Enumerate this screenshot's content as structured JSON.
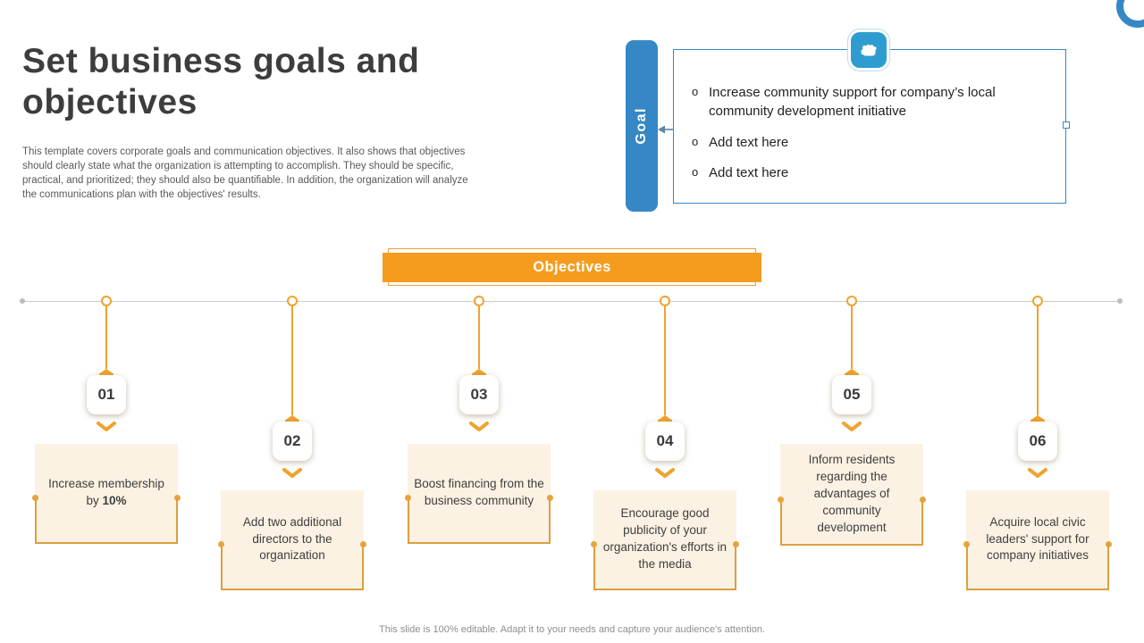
{
  "slide": {
    "title": "Set business goals and objectives",
    "description": "This template covers corporate goals and communication objectives. It also shows that objectives should clearly state what the organization is attempting to accomplish. They should be specific, practical, and prioritized; they should also be quantifiable. In addition, the organization will analyze the communications plan with the objectives' results.",
    "footer": "This slide is 100% editable. Adapt it to your needs and capture your audience's attention."
  },
  "goal": {
    "tab_label": "Goal",
    "bullets": [
      "Increase community support for company’s local community development initiative",
      "Add text here",
      "Add text here"
    ]
  },
  "objectives": {
    "banner_label": "Objectives",
    "items": [
      {
        "number": "01",
        "text": "Increase membership by",
        "bold_text": "10%"
      },
      {
        "number": "02",
        "text": "Add two additional directors to the organization",
        "bold_text": ""
      },
      {
        "number": "03",
        "text": "Boost financing from the business community",
        "bold_text": ""
      },
      {
        "number": "04",
        "text": "Encourage good publicity of your organization's efforts in the media",
        "bold_text": ""
      },
      {
        "number": "05",
        "text": "Inform residents regarding the advantages of community development",
        "bold_text": ""
      },
      {
        "number": "06",
        "text": "Acquire local civic leaders' support for company initiatives",
        "bold_text": ""
      }
    ]
  },
  "colors": {
    "blue": "#3588c5",
    "orange": "#f59c1e",
    "beige": "#fcf2e3"
  }
}
